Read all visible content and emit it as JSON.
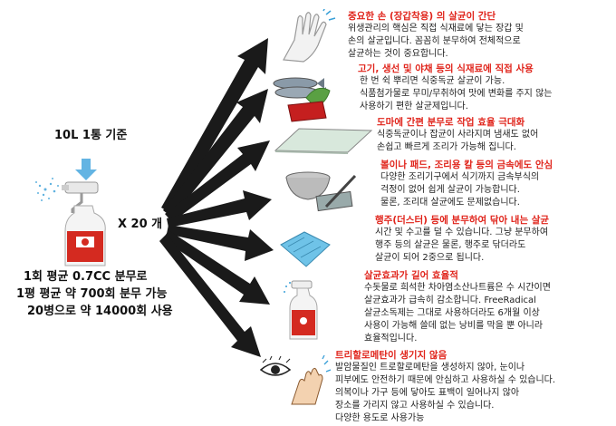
{
  "left": {
    "basis": "10L 1통 기준",
    "multiplier": "X 20 개",
    "summary": [
      "1회 평균 0.7CC 분무로",
      "1평 평균 약 700회 분무 가능",
      "20병으로 약 14000회 사용"
    ]
  },
  "items": [
    {
      "title": "중요한 손 (장갑착용) 의 살균이 간단",
      "lines": [
        "위생관리의 핵심은 직접 식재료에 닿는 장갑 및",
        "손의 살균입니다. 꼼꼼히 분무하여 전체적으로",
        "살균하는 것이 중요합니다."
      ]
    },
    {
      "title": "고기, 생선 및 야채 등의 식재료에 직접 사용",
      "lines": [
        "한 번 쉭 뿌리면 식중독균 살균이 가능.",
        "식품첨가물로 무미/무취하여 맛에 변화를 주지 않는",
        "사용하기 편한 살균제입니다."
      ]
    },
    {
      "title": "도마에 간편 분무로 작업 효율 극대화",
      "lines": [
        "식중독균이나 잡균이 사라지며 냄새도 없어",
        "손쉽고 빠르게 조리가 가능해 집니다."
      ]
    },
    {
      "title": "볼이나 패드, 조리용 칼 등의 금속에도 안심",
      "lines": [
        "다양한 조리기구에서 식기까지 금속부식의",
        "걱정이 없어 쉽게 살균이 가능합니다.",
        "물론, 조리대 살균에도 문제없습니다."
      ]
    },
    {
      "title": "행주(더스터) 등에 분무하여 닦아 내는 살균",
      "lines": [
        "시간 및 수고를 덜 수 있습니다. 그냥 분무하여",
        "행주 등의 살균은 물론, 행주로 닦더라도",
        "살균이 되어 2중으로 됩니다."
      ]
    },
    {
      "title": "살균효과가 길어 효율적",
      "lines": [
        "수돗물로 희석한 차아염소산나트륨은 수 시간이면",
        "살균효과가 급속히 감소합니다. FreeRadical",
        "살균소독제는 그대로 사용하더라도 6개월 이상",
        "사용이 가능해 쓸데 없는 낭비를 막을 뿐 아니라",
        "효율적입니다."
      ]
    },
    {
      "title": "트리할로메탄이 생기지 않음",
      "lines": [
        "발암물질인 트로할로메탄을 생성하지 않아, 눈이나",
        "피부에도 안전하기 때문에 안심하고 사용하실 수 있습니다.",
        "의복이나 가구 등에 닿아도 표백이 일어나지 않아",
        "장소를 가리지 않고 사용하실 수 있습니다.",
        "다양한 용도로 사용가능"
      ]
    }
  ],
  "colors": {
    "title_red": "#e0241b",
    "arrow": "#1a1a1a",
    "bottle_red": "#d42a20",
    "mist": "#3aa0d8"
  },
  "icons": [
    "spray-bottle-icon",
    "glove-icon",
    "fish-vegetable-icon",
    "cutting-board-icon",
    "bowl-knife-icon",
    "cloth-icon",
    "spray-bottle-small-icon",
    "eye-hand-icon"
  ]
}
